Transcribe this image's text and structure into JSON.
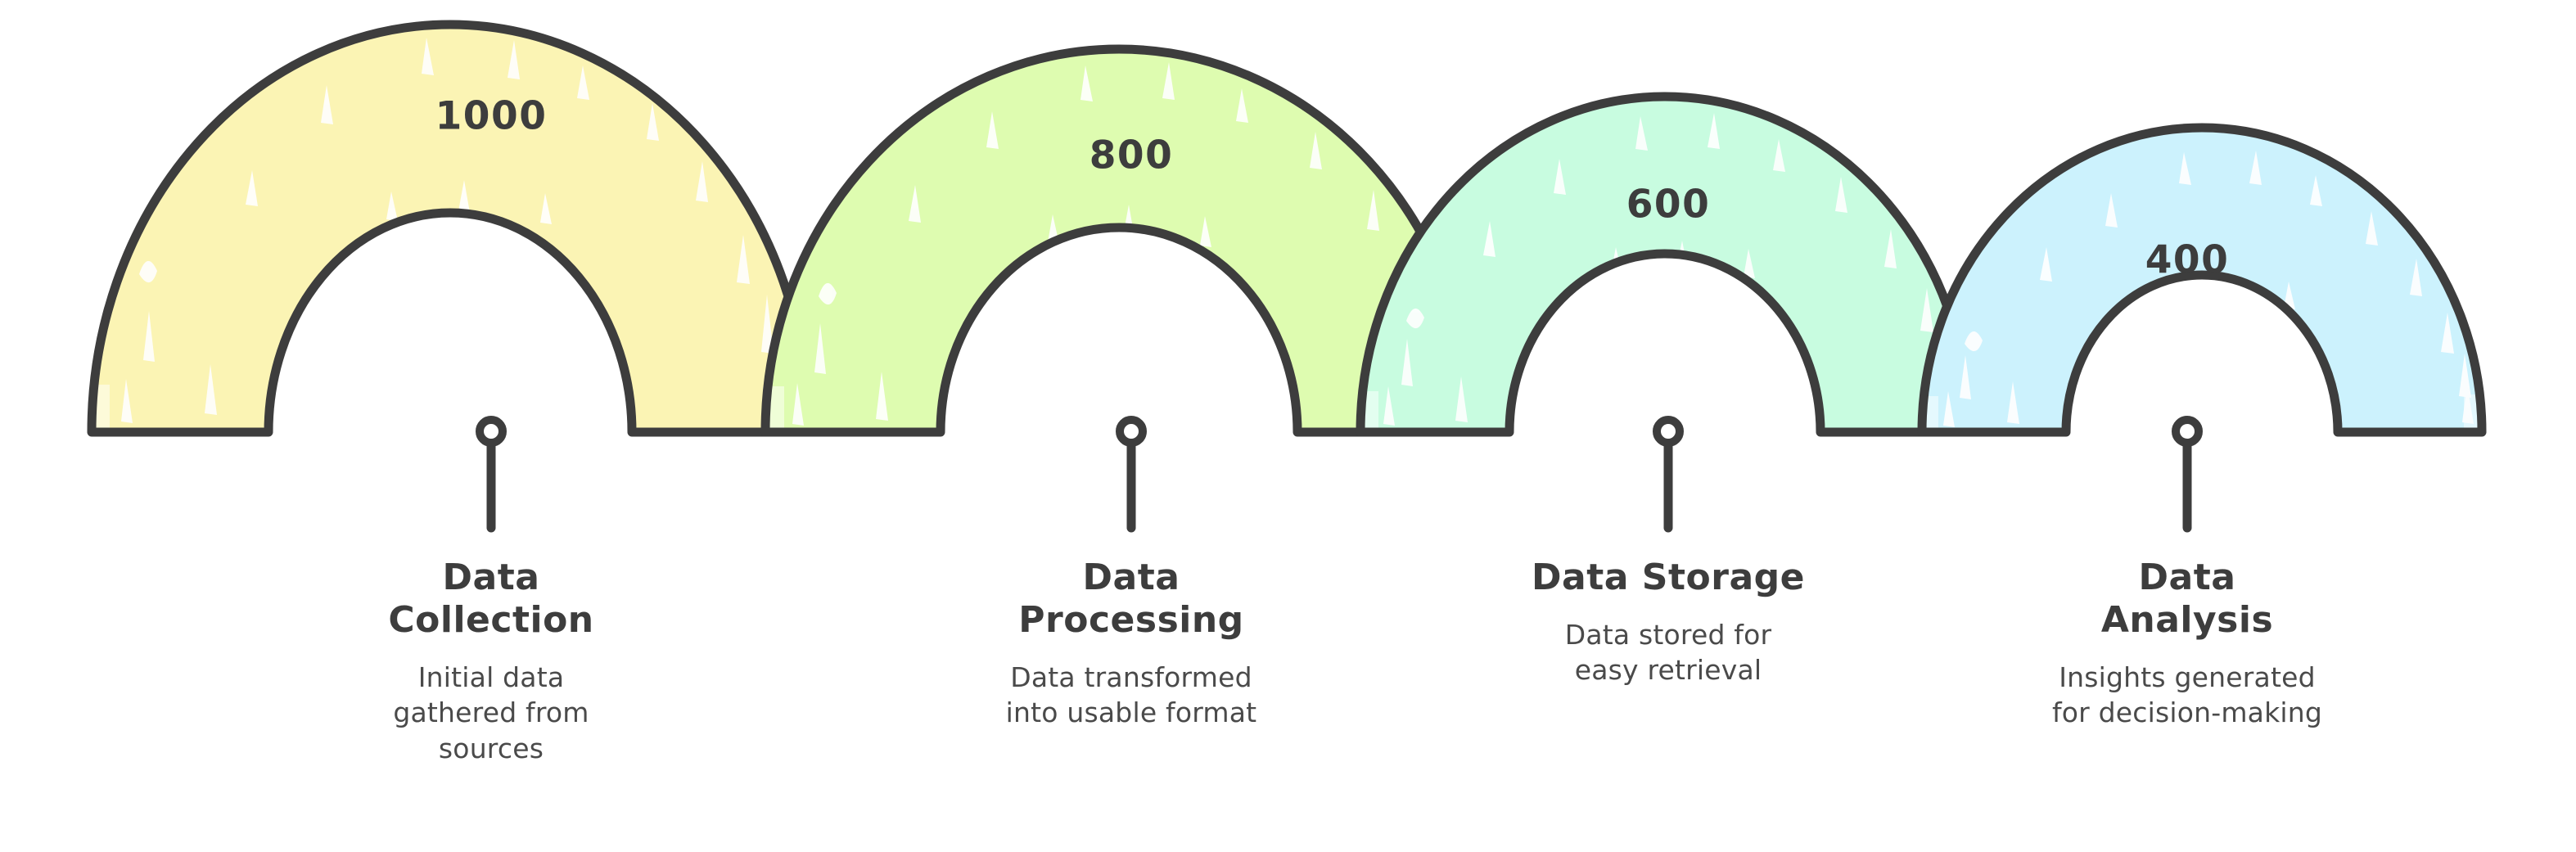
{
  "chart_data": {
    "type": "bar",
    "variant": "nested-arch-funnel",
    "title": "",
    "subtitle": "",
    "xlabel": "",
    "ylabel": "",
    "categories": [
      "Data Collection",
      "Data Processing",
      "Data Storage",
      "Data Analysis"
    ],
    "values": [
      1000,
      800,
      600,
      400
    ],
    "value_labels": [
      "1000",
      "800",
      "600",
      "400"
    ],
    "descriptions": [
      "Initial data gathered from sources",
      "Data transformed into usable format",
      "Data stored for easy retrieval",
      "Insights generated for decision-making"
    ],
    "colors": [
      "#FBF4B4",
      "#DEFCB0",
      "#C8FCE0",
      "#CCF2FD"
    ],
    "stroke_color": "#3D3D3D",
    "background": "#FFFFFF",
    "grid": false,
    "legend": false
  },
  "stages": [
    {
      "value": "1000",
      "title_line1": "Data",
      "title_line2": "Collection",
      "desc_line1": "Initial data",
      "desc_line2": "gathered from",
      "desc_line3": "sources",
      "fill": "#FBF4B4"
    },
    {
      "value": "800",
      "title_line1": "Data",
      "title_line2": "Processing",
      "desc_line1": "Data transformed",
      "desc_line2": "into usable format",
      "desc_line3": "",
      "fill": "#DEFCB0"
    },
    {
      "value": "600",
      "title_line1": "Data Storage",
      "title_line2": "",
      "desc_line1": "Data stored for",
      "desc_line2": "easy retrieval",
      "desc_line3": "",
      "fill": "#C8FCE0"
    },
    {
      "value": "400",
      "title_line1": "Data",
      "title_line2": "Analysis",
      "desc_line1": "Insights generated",
      "desc_line2": "for decision-making",
      "desc_line3": "",
      "fill": "#CCF2FD"
    }
  ],
  "style": {
    "stroke": "#3D3D3D",
    "text": "#3D3D3D",
    "desc_text": "#4A4A4A",
    "background": "#FFFFFF"
  }
}
